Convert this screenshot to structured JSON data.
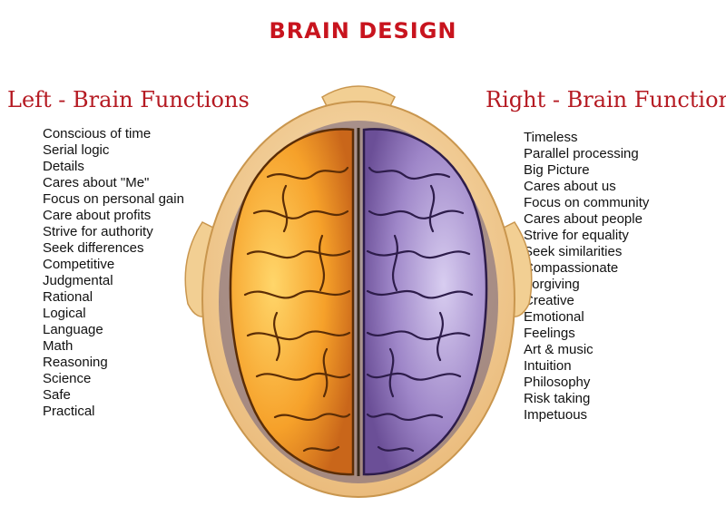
{
  "title": "BRAIN DESIGN",
  "left": {
    "heading": "Left - Brain Functions",
    "items": [
      "Conscious of time",
      "Serial logic",
      "Details",
      "Cares about \"Me\"",
      "Focus on personal gain",
      "Care about profits",
      "Strive for authority",
      "Seek differences",
      "Competitive",
      "Judgmental",
      "Rational",
      "Logical",
      "Language",
      "Math",
      "Reasoning",
      "Science",
      "Safe",
      "Practical"
    ]
  },
  "right": {
    "heading": "Right - Brain Functions",
    "items": [
      "Timeless",
      "Parallel processing",
      "Big Picture",
      "Cares about us",
      "Focus on community",
      "Cares about people",
      "Strive for equality",
      "Seek similarities",
      "Compassionate",
      "Forgiving",
      "Creative",
      "Emotional",
      "Feelings",
      "Art & music",
      "Intuition",
      "Philosophy",
      "Risk taking",
      "Impetuous"
    ]
  },
  "colors": {
    "title": "#c8141e",
    "heading": "#b51a22",
    "left_hemisphere": "#f6a12a",
    "right_hemisphere": "#9e86c8",
    "head": "#f4d39a"
  }
}
